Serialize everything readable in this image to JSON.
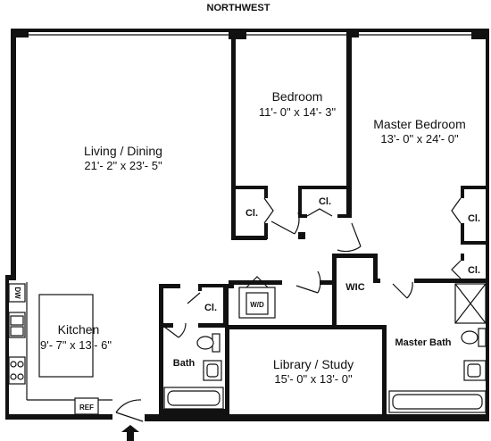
{
  "orientation": "NORTHWEST",
  "rooms": {
    "living": {
      "name": "Living / Dining",
      "dims": "21'- 2\" x 23'- 5\""
    },
    "bedroom": {
      "name": "Bedroom",
      "dims": "11'- 0\" x 14'- 3\""
    },
    "master": {
      "name": "Master Bedroom",
      "dims": "13'- 0\" x 24'- 0\""
    },
    "kitchen": {
      "name": "Kitchen",
      "dims": "9'- 7\" x 13'- 6\""
    },
    "library": {
      "name": "Library / Study",
      "dims": "15'- 0\" x 13'- 0\""
    },
    "bath": {
      "name": "Bath"
    },
    "master_bath": {
      "name": "Master Bath"
    },
    "wic": {
      "name": "WIC"
    }
  },
  "closets": {
    "label": "Cl."
  },
  "appliances": {
    "washer_dryer": "W/D",
    "dishwasher": "DW",
    "refrigerator": "REF"
  }
}
